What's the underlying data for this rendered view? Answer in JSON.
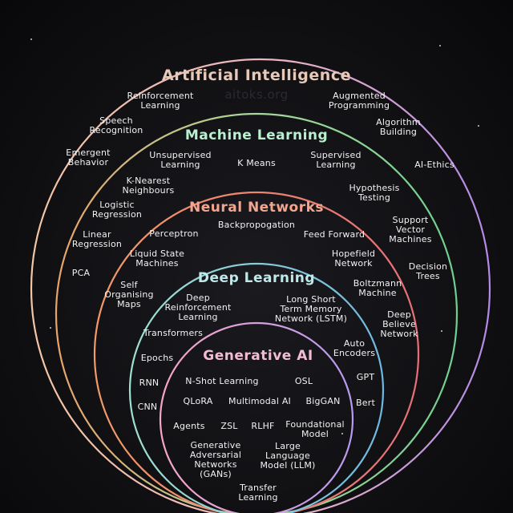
{
  "colors": {
    "ai": "#e4b3b5",
    "ml": "#8ed3a8",
    "nn": "#ef8a6a",
    "dl": "#7fd4c8",
    "gen": "#f0a4c4",
    "gradient_purple": "#b48ae8",
    "title_ai": "#e8c9b8",
    "title_ml": "#b9f0cf",
    "title_nn": "#f4a58e",
    "title_dl": "#bfe8ea",
    "title_gen": "#f2bcd2"
  },
  "titles": {
    "ai": "Artificial Intelligence",
    "ml": "Machine Learning",
    "nn": "Neural Networks",
    "dl": "Deep Learning",
    "gen": "Generative AI"
  },
  "watermark": "aitoks.org",
  "labels": {
    "reinforcement_learning": "Reinforcement\nLearning",
    "augmented_programming": "Augmented\nProgramming",
    "speech_recognition": "Speech\nRecognition",
    "algorithm_building": "Algorithm\nBuilding",
    "emergent_behavior": "Emergent\nBehavior",
    "ai_ethics": "AI-Ethics",
    "linear_regression": "Linear\nRegression",
    "pca": "PCA",
    "decision_trees": "Decision\nTrees",
    "unsupervised_learning": "Unsupervised\nLearning",
    "k_means": "K Means",
    "supervised_learning": "Supervised\nLearning",
    "k_nearest": "K-Nearest\nNeighbours",
    "hypothesis_testing": "Hypothesis\nTesting",
    "logistic_regression": "Logistic\nRegression",
    "support_vector": "Support\nVector\nMachines",
    "self_organising": "Self\nOrganising\nMaps",
    "backpropogation": "Backpropogation",
    "perceptron": "Perceptron",
    "feed_forward": "Feed Forward",
    "liquid_state": "Liquid State\nMachines",
    "hopefield": "Hopefield\nNetwork",
    "boltzmann": "Boltzmann\nMachine",
    "deep_believe": "Deep\nBelieve\nNetwork",
    "deep_reinforcement": "Deep\nReinforcement\nLearning",
    "lstm": "Long Short\nTerm Memory\nNetwork (LSTM)",
    "transformers": "Transformers",
    "auto_encoders": "Auto\nEncoders",
    "epochs": "Epochs",
    "gpt": "GPT",
    "rnn": "RNN",
    "bert": "Bert",
    "cnn": "CNN",
    "n_shot": "N-Shot Learning",
    "osl": "OSL",
    "qlora": "QLoRA",
    "multimodal": "Multimodal AI",
    "biggan": "BigGAN",
    "agents": "Agents",
    "zsl": "ZSL",
    "rlhf": "RLHF",
    "foundational": "Foundational\nModel",
    "gans": "Generative\nAdversarial\nNetworks\n(GANs)",
    "llm": "Large\nLanguage\nModel (LLM)",
    "transfer": "Transfer\nLearning"
  }
}
